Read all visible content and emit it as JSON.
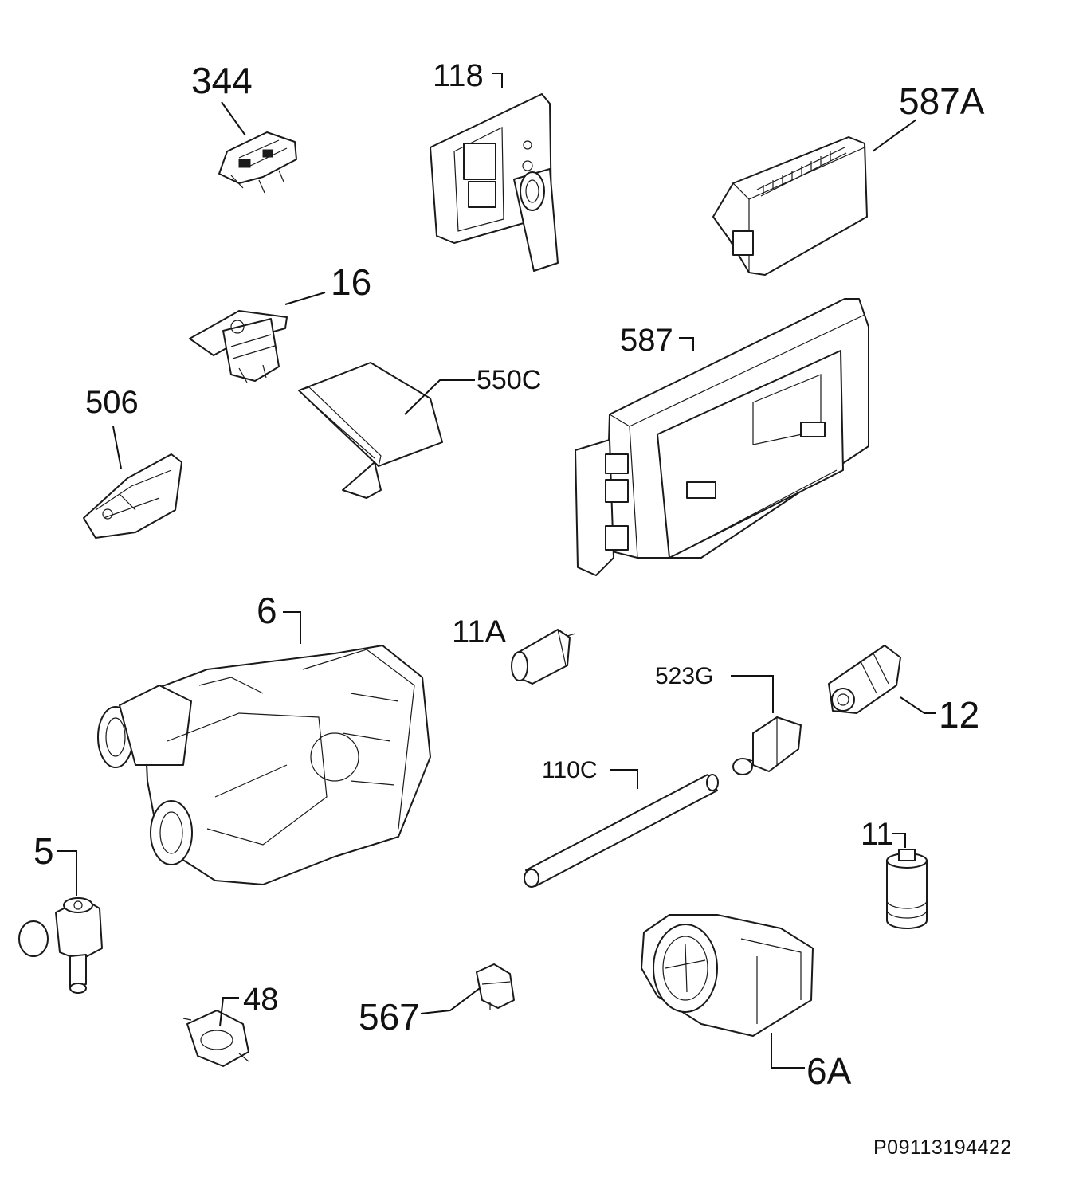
{
  "labels": {
    "p344": "344",
    "p118": "118",
    "p587A": "587A",
    "p16": "16",
    "p587": "587",
    "p506": "506",
    "p550C": "550C",
    "p6": "6",
    "p11A": "11A",
    "p523G": "523G",
    "p12": "12",
    "p110C": "110C",
    "p11": "11",
    "p5": "5",
    "p48": "48",
    "p567": "567",
    "p6A": "6A"
  },
  "reference_code": "P09113194422"
}
